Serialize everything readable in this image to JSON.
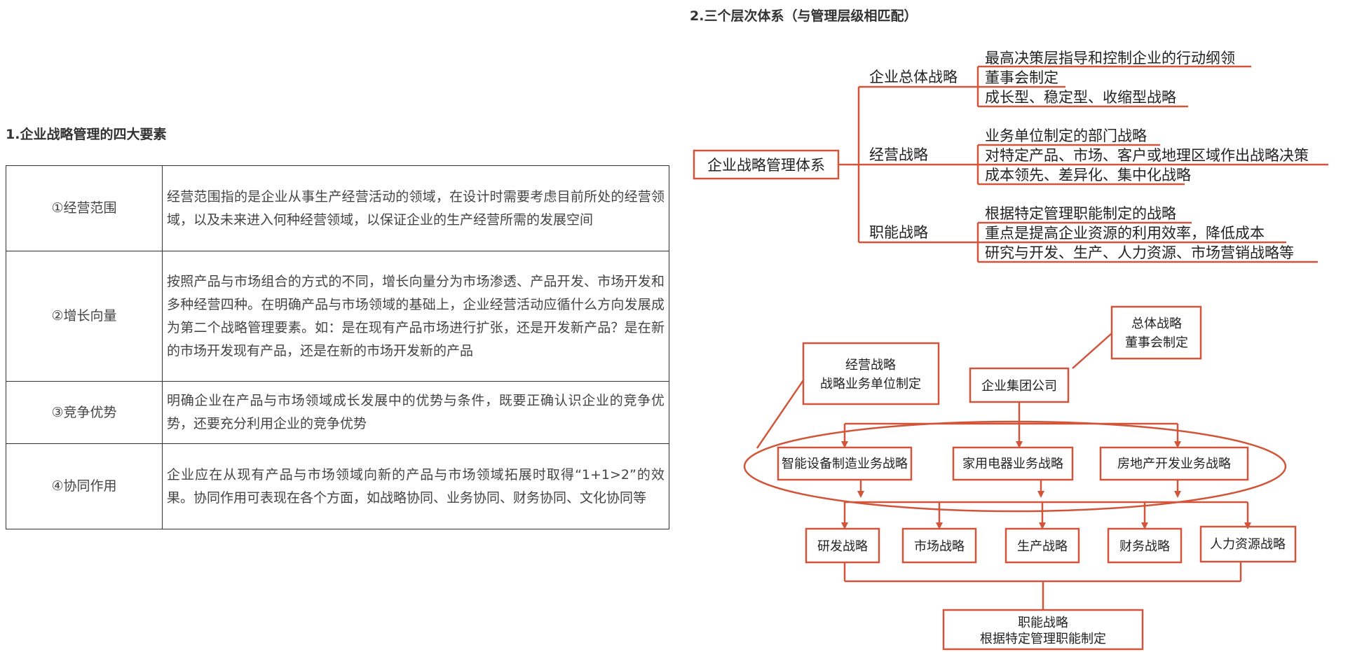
{
  "section1": {
    "title": "1.企业战略管理的四大要素",
    "rows": [
      {
        "name": "①经营范围",
        "desc": "经营范围指的是企业从事生产经营活动的领域，在设计时需要考虑目前所处的经营领域，以及未来进入何种经营领域，以保证企业的生产经营所需的发展空间"
      },
      {
        "name": "②增长向量",
        "desc": "按照产品与市场组合的方式的不同，增长向量分为市场渗透、产品开发、市场开发和多种经营四种。在明确产品与市场领域的基础上，企业经营活动应循什么方向发展成为第二个战略管理要素。如：是在现有产品市场进行扩张，还是开发新产品？是在新的市场开发现有产品，还是在新的市场开发新的产品"
      },
      {
        "name": "③竞争优势",
        "desc": "明确企业在产品与市场领域成长发展中的优势与条件，既要正确认识企业的竞争优势，还要充分利用企业的竞争优势"
      },
      {
        "name": "④协同作用",
        "desc": "企业应在从现有产品与市场领域向新的产品与市场领域拓展时取得“1+1>2”的效果。协同作用可表现在各个方面，如战略协同、业务协同、财务协同、文化协同等"
      }
    ]
  },
  "section2": {
    "title": "2.三个层次体系（与管理层级相匹配）",
    "mindmap": {
      "root": "企业战略管理体系",
      "branches": [
        {
          "label": "企业总体战略",
          "items": [
            "最高决策层指导和控制企业的行动纲领",
            "董事会制定",
            "成长型、稳定型、收缩型战略"
          ]
        },
        {
          "label": "经营战略",
          "items": [
            "业务单位制定的部门战略",
            "对特定产品、市场、客户或地理区域作出战略决策",
            "成本领先、差异化、集中化战略"
          ]
        },
        {
          "label": "职能战略",
          "items": [
            "根据特定管理职能制定的战略",
            "重点是提高企业资源的利用效率，降低成本",
            "研究与开发、生产、人力资源、市场营销战略等"
          ]
        }
      ]
    },
    "org": {
      "overall": [
        "总体战略",
        "董事会制定"
      ],
      "business": [
        "经营战略",
        "战略业务单位制定"
      ],
      "company": "企业集团公司",
      "units": [
        "智能设备制造业务战略",
        "家用电器业务战略",
        "房地产开发业务战略"
      ],
      "functions": [
        "研发战略",
        "市场战略",
        "生产战略",
        "财务战略",
        "人力资源战略"
      ],
      "functional": [
        "职能战略",
        "根据特定管理职能制定"
      ]
    }
  },
  "colors": {
    "accent": "#d2553a",
    "text": "#222222",
    "border": "#333333"
  }
}
